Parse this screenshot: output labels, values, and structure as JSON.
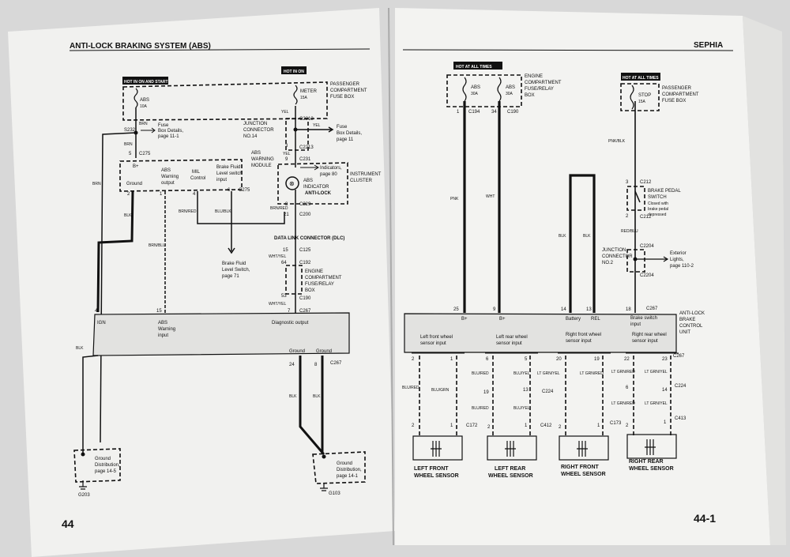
{
  "left_page": {
    "header": "ANTI-LOCK BRAKING SYSTEM (ABS)",
    "page_number": "44",
    "hot_run_start": "HOT IN ON AND START",
    "hot_run": "HOT IN ON",
    "fuse_abs": "ABS",
    "fuse_abs_amp": "10A",
    "fuse_meter": "METER",
    "fuse_meter_amp": "15A",
    "passenger_box": [
      "PASSENGER",
      "COMPARTMENT",
      "FUSE BOX"
    ],
    "s232": "S232",
    "brn": "BRN",
    "fuse_details_1": [
      "Fuse",
      "Box Details,",
      "page 11-1"
    ],
    "pin5": "5",
    "c275a": "C275",
    "junction_no14": [
      "JUNCTION",
      "CONNECTOR",
      "NO.14"
    ],
    "yel": "YEL",
    "c2213": "C2213",
    "fuse_details_2": [
      "Fuse",
      "Box Details,",
      "page 11"
    ],
    "pin3": "3",
    "pin9": "9",
    "c231": "C231",
    "abs_module": [
      "ABS",
      "WARNING",
      "MODULE"
    ],
    "bplus": "B+",
    "ground": "Ground",
    "abs_warning_output": [
      "ABS",
      "Warning",
      "output"
    ],
    "mil_control": [
      "MIL",
      "Control"
    ],
    "brake_fluid_switch_input": [
      "Brake Fluid",
      "Level switch",
      "input"
    ],
    "pin2": "2",
    "pin1": "1",
    "pin4": "4",
    "pin6": "6",
    "c275b": "C275",
    "indicators": [
      "Indicators,",
      "page 80"
    ],
    "instrument_cluster": [
      "INSTRUMENT",
      "CLUSTER"
    ],
    "abs_indicator": [
      "ABS",
      "INDICATOR"
    ],
    "anti_lock": "ANTI-LOCK",
    "pin8": "8",
    "c229": "C229",
    "pin21": "21",
    "c200": "C200",
    "blk": "BLK",
    "brn_red": "BRN/RED",
    "blu_blk": "BLU/BLK",
    "brn_blu": "BRN/BLU",
    "brake_fluid_switch": [
      "Brake Fluid",
      "Level Switch,",
      "page 71"
    ],
    "dlc": "DATA LINK CONNECTOR (DLC)",
    "pin15": "15",
    "c125": "C125",
    "wht_yel": "WHT/YEL",
    "pin64": "64",
    "c192": "C192",
    "engine_box": [
      "ENGINE",
      "COMPARTMENT",
      "FUSE/RELAY",
      "BOX"
    ],
    "pin53": "53",
    "c190": "C190",
    "pin7": "7",
    "c267": "C267",
    "pin4b": "4",
    "pin15b": "15",
    "ign": "IGN",
    "abs_warning_input": [
      "ABS",
      "Warning",
      "input"
    ],
    "diagnostic_output": "Diagnostic output",
    "ground_a": "Ground",
    "ground_b": "Ground",
    "pin24": "24",
    "pin8b": "8",
    "c267b": "C267",
    "ground_dist_1": [
      "Ground",
      "Distribution,",
      "page 14-5"
    ],
    "g203": "G203",
    "ground_dist_2": [
      "Ground",
      "Distribution,",
      "page 14-1"
    ],
    "g103": "G103"
  },
  "right_page": {
    "header": "SEPHIA",
    "page_number": "44-1",
    "hot_all_1": "HOT AT ALL TIMES",
    "hot_all_2": "HOT AT ALL TIMES",
    "fuse_abs1": "ABS",
    "fuse_abs1_amp": "30A",
    "fuse_abs2": "ABS",
    "fuse_abs2_amp": "30A",
    "engine_box": [
      "ENGINE",
      "COMPARTMENT",
      "FUSE/RELAY",
      "BOX"
    ],
    "fuse_stop": "STOP",
    "fuse_stop_amp": "15A",
    "passenger_box": [
      "PASSENGER",
      "COMPARTMENT",
      "FUSE BOX"
    ],
    "pin1": "1",
    "c194": "C194",
    "pin34": "34",
    "c190": "C190",
    "pnk": "PNK",
    "wht": "WHT",
    "pnk_blk": "PNK/BLK",
    "pin3": "3",
    "c212a": "C212",
    "pin2": "2",
    "c212b": "C212",
    "brake_pedal_switch": [
      "BRAKE PEDAL",
      "SWITCH"
    ],
    "brake_switch_note": [
      "Closed with",
      "brake pedal",
      "depressed"
    ],
    "red_blu": "RED/BLU",
    "blk": "BLK",
    "c2204a": "C2204",
    "c2204b": "C2204",
    "junction_no2": [
      "JUNCTION",
      "CONNECTOR",
      "NO.2"
    ],
    "exterior_lights": [
      "Exterior",
      "Lights,",
      "page 110-2"
    ],
    "pin25": "25",
    "pin9": "9",
    "pin14": "14",
    "pin13": "13",
    "pin18": "18",
    "c267": "C267",
    "abs_control_unit": [
      "ANTI-LOCK",
      "BRAKE",
      "CONTROL",
      "UNIT"
    ],
    "bplus1": "B+",
    "bplus2": "B+",
    "battery": "Battery",
    "rel": "REL",
    "brake_switch_input": [
      "Brake switch",
      "input"
    ],
    "lf_input": [
      "Left front wheel",
      "sensor input"
    ],
    "lr_input": [
      "Left rear wheel",
      "sensor input"
    ],
    "rf_input": [
      "Right front wheel",
      "sensor input"
    ],
    "rr_input": [
      "Right rear wheel",
      "sensor input"
    ],
    "c267b": "C267",
    "lf_pins": [
      "2",
      "1"
    ],
    "lr_pins": [
      "6",
      "5"
    ],
    "rf_pins": [
      "20",
      "19"
    ],
    "rr_pins": [
      "22",
      "23"
    ],
    "blu_red": "BLU/RED",
    "blu_grn": "BLU/GRN",
    "blu_red2": "BLU/RED",
    "blu_yel": "BLU/YEL",
    "lt_grn_yel": "LT GRN/YEL",
    "lt_grn_red": "LT GRN/RED",
    "lt_grn_red2": "LT GRN/RED",
    "lt_grn_yel2": "LT GRN/YEL",
    "mid_pins_lr": [
      "19",
      "13"
    ],
    "c224a": "C224",
    "mid_pins_rr": [
      "6",
      "14"
    ],
    "c224b": "C224",
    "c172": "C172",
    "c412": "C412",
    "c173": "C173",
    "c413": "C413",
    "lf_sensor": [
      "LEFT FRONT",
      "WHEEL SENSOR"
    ],
    "lr_sensor": [
      "LEFT REAR",
      "WHEEL SENSOR"
    ],
    "rf_sensor": [
      "RIGHT FRONT",
      "WHEEL SENSOR"
    ],
    "rr_sensor": [
      "RIGHT REAR",
      "WHEEL SENSOR"
    ]
  }
}
